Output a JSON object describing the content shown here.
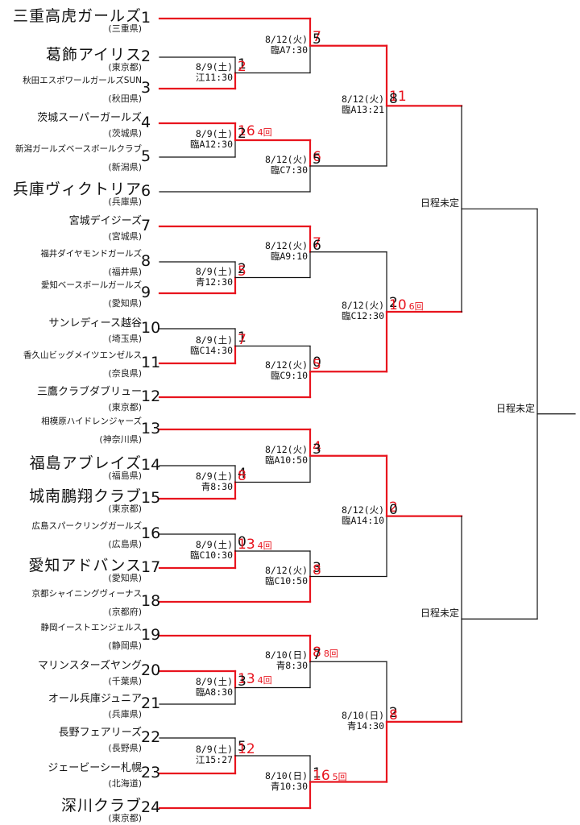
{
  "teams": [
    {
      "num": "1",
      "name": "三重高虎ガールズ",
      "pref": "(三重県)"
    },
    {
      "num": "2",
      "name": "葛飾アイリス",
      "pref": "(東京都)"
    },
    {
      "num": "3",
      "name": "秋田エスポワールガールズSUN",
      "pref": "(秋田県)"
    },
    {
      "num": "4",
      "name": "茨城スーパーガールズ",
      "pref": "(茨城県)"
    },
    {
      "num": "5",
      "name": "新潟ガールズベースボールクラブ",
      "pref": "(新潟県)"
    },
    {
      "num": "6",
      "name": "兵庫ヴィクトリア",
      "pref": "(兵庫県)"
    },
    {
      "num": "7",
      "name": "宮城デイジーズ",
      "pref": "(宮城県)"
    },
    {
      "num": "8",
      "name": "福井ダイヤモンドガールズ",
      "pref": "(福井県)"
    },
    {
      "num": "9",
      "name": "愛知ベースボールガールズ",
      "pref": "(愛知県)"
    },
    {
      "num": "10",
      "name": "サンレディース越谷",
      "pref": "(埼玉県)"
    },
    {
      "num": "11",
      "name": "香久山ビッグメイツエンゼルス",
      "pref": "(奈良県)"
    },
    {
      "num": "12",
      "name": "三鷹クラブダブリュー",
      "pref": "(東京都)"
    },
    {
      "num": "13",
      "name": "相模原ハイドレンジャーズ",
      "pref": "(神奈川県)"
    },
    {
      "num": "14",
      "name": "福島アブレイズ",
      "pref": "(福島県)"
    },
    {
      "num": "15",
      "name": "城南鵬翔クラブ",
      "pref": "(東京都)"
    },
    {
      "num": "16",
      "name": "広島スパークリングガールズ",
      "pref": "(広島県)"
    },
    {
      "num": "17",
      "name": "愛知アドバンス",
      "pref": "(愛知県)"
    },
    {
      "num": "18",
      "name": "京都シャイニングヴィーナス",
      "pref": "(京都府)"
    },
    {
      "num": "19",
      "name": "静岡イーストエンジェルス",
      "pref": "(静岡県)"
    },
    {
      "num": "20",
      "name": "マリンスターズヤング",
      "pref": "(千葉県)"
    },
    {
      "num": "21",
      "name": "オール兵庫ジュニア",
      "pref": "(兵庫県)"
    },
    {
      "num": "22",
      "name": "長野フェアリーズ",
      "pref": "(長野県)"
    },
    {
      "num": "23",
      "name": "ジェービーシー札幌",
      "pref": "(北海道)"
    },
    {
      "num": "24",
      "name": "深川クラブ",
      "pref": "(東京都)"
    }
  ],
  "round1": [
    {
      "date": "8/9(土)",
      "venue": "江11:30",
      "top": "1",
      "bottom": "2",
      "winner": "bottom",
      "note": ""
    },
    {
      "date": "8/9(土)",
      "venue": "臨A12:30",
      "top": "16",
      "bottom": "2",
      "winner": "top",
      "note": "4回"
    },
    {
      "date": "8/9(土)",
      "venue": "青12:30",
      "top": "2",
      "bottom": "5",
      "winner": "bottom",
      "note": ""
    },
    {
      "date": "8/9(土)",
      "venue": "臨C14:30",
      "top": "1",
      "bottom": "7",
      "winner": "bottom",
      "note": ""
    },
    {
      "date": "8/9(土)",
      "venue": "青8:30",
      "top": "4",
      "bottom": "8",
      "winner": "bottom",
      "note": ""
    },
    {
      "date": "8/9(土)",
      "venue": "臨C10:30",
      "top": "0",
      "bottom": "13",
      "winner": "bottom",
      "note": "4回"
    },
    {
      "date": "8/9(土)",
      "venue": "臨A8:30",
      "top": "13",
      "bottom": "3",
      "winner": "top",
      "note": "4回"
    },
    {
      "date": "8/9(土)",
      "venue": "江15:27",
      "top": "5",
      "bottom": "12",
      "winner": "bottom",
      "note": ""
    }
  ],
  "round2": [
    {
      "date": "8/12(火)",
      "venue": "臨A7:30",
      "top": "7",
      "bottom": "5",
      "winner": "top",
      "note": ""
    },
    {
      "date": "8/12(火)",
      "venue": "臨C7:30",
      "top": "6",
      "bottom": "5",
      "winner": "top",
      "note": ""
    },
    {
      "date": "8/12(火)",
      "venue": "臨A9:10",
      "top": "7",
      "bottom": "6",
      "winner": "top",
      "note": ""
    },
    {
      "date": "8/12(火)",
      "venue": "臨C9:10",
      "top": "0",
      "bottom": "5",
      "winner": "bottom",
      "note": ""
    },
    {
      "date": "8/12(火)",
      "venue": "臨A10:50",
      "top": "4",
      "bottom": "3",
      "winner": "top",
      "note": ""
    },
    {
      "date": "8/12(火)",
      "venue": "臨C10:50",
      "top": "3",
      "bottom": "8",
      "winner": "bottom",
      "note": ""
    },
    {
      "date": "8/10(日)",
      "venue": "青8:30",
      "top": "8",
      "bottom": "7",
      "winner": "top",
      "note": "8回"
    },
    {
      "date": "8/10(日)",
      "venue": "青10:30",
      "top": "1",
      "bottom": "16",
      "winner": "bottom",
      "note": "5回"
    }
  ],
  "round3": [
    {
      "date": "8/12(火)",
      "venue": "臨A13:21",
      "top": "11",
      "bottom": "8",
      "winner": "top",
      "note": ""
    },
    {
      "date": "8/12(火)",
      "venue": "臨C12:30",
      "top": "2",
      "bottom": "10",
      "winner": "bottom",
      "note": "6回"
    },
    {
      "date": "8/12(火)",
      "venue": "臨A14:10",
      "top": "2",
      "bottom": "0",
      "winner": "top",
      "note": ""
    },
    {
      "date": "8/10(日)",
      "venue": "青14:30",
      "top": "2",
      "bottom": "8",
      "winner": "bottom",
      "note": ""
    }
  ],
  "round4": [
    {
      "label": "日程未定"
    },
    {
      "label": "日程未定"
    }
  ],
  "final": {
    "label": "日程未定"
  },
  "colors": {
    "winner_line": "#e8141e",
    "line": "#111111",
    "winner_score": "#e8141e"
  }
}
